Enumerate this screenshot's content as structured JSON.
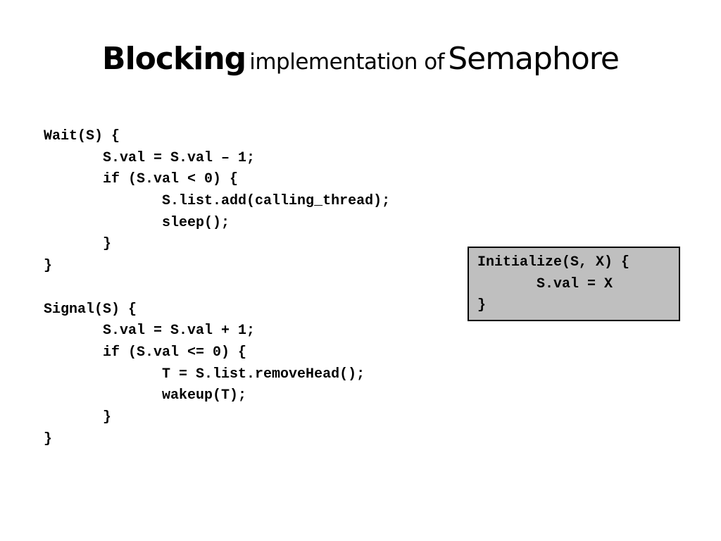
{
  "slide": {
    "title": {
      "part_bold": "Blocking",
      "part_middle": "implementation of",
      "part_end": "Semaphore"
    },
    "code_lines": [
      "Wait(S) {",
      "       S.val = S.val – 1;",
      "       if (S.val < 0) {",
      "              S.list.add(calling_thread);",
      "              sleep();",
      "       }",
      "}",
      "",
      "Signal(S) {",
      "       S.val = S.val + 1;",
      "       if (S.val <= 0) {",
      "              T = S.list.removeHead();",
      "              wakeup(T);",
      "       }",
      "}"
    ],
    "init_box": {
      "lines": [
        "Initialize(S, X) {",
        "       S.val = X",
        "}"
      ]
    }
  }
}
